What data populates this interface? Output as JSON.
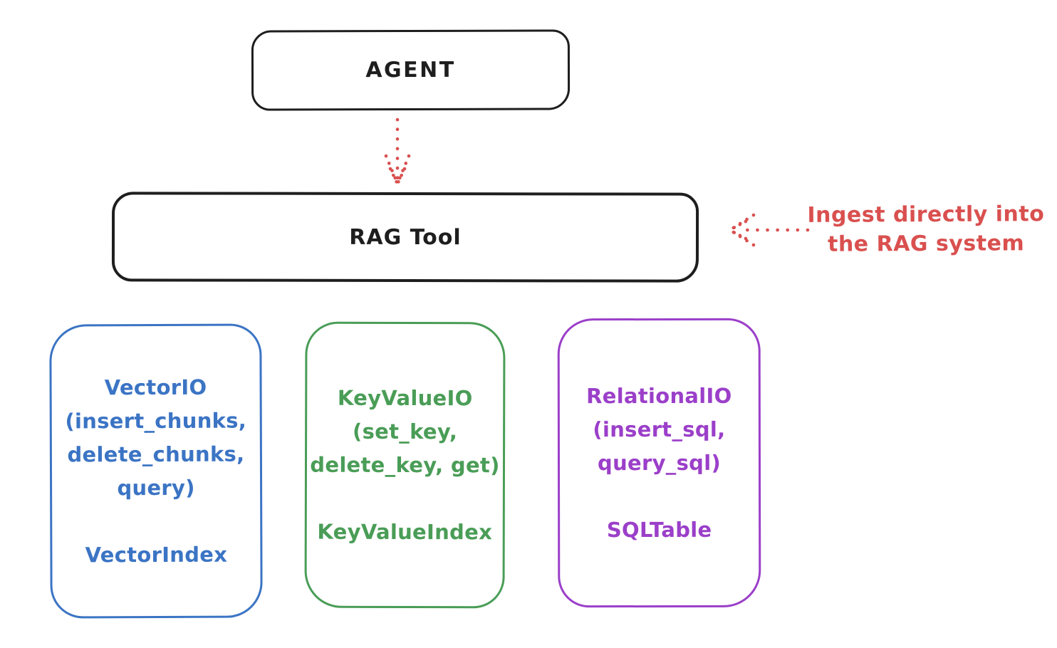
{
  "diagram": {
    "background": "#ffffff",
    "colors": {
      "ink": "#1e1e1e",
      "red": "#d9504f",
      "blue": "#3b74c4",
      "green": "#4a9d57",
      "purple": "#9b3fc9"
    },
    "nodes": {
      "agent": {
        "label": "AGENT"
      },
      "rag_tool": {
        "label": "RAG Tool"
      },
      "vector_io": {
        "io_lines": [
          "VectorIO",
          "(insert_chunks,",
          "delete_chunks,",
          "query)"
        ],
        "index_label": "VectorIndex",
        "color": "#3b74c4"
      },
      "key_value_io": {
        "io_lines": [
          "KeyValueIO",
          "(set_key,",
          "delete_key, get)"
        ],
        "index_label": "KeyValueIndex",
        "color": "#4a9d57"
      },
      "relational_io": {
        "io_lines": [
          "RelationalIO",
          "(insert_sql,",
          "query_sql)"
        ],
        "index_label": "SQLTable",
        "color": "#9b3fc9"
      }
    },
    "annotation": {
      "lines": [
        "Ingest directly into",
        "the RAG system"
      ],
      "color": "#d9504f"
    },
    "arrows": [
      {
        "name": "agent-to-rag-tool",
        "style": "dotted",
        "direction": "down",
        "color": "#d9504f"
      },
      {
        "name": "annotation-to-rag-tool",
        "style": "dotted",
        "direction": "left",
        "color": "#d9504f"
      }
    ]
  }
}
